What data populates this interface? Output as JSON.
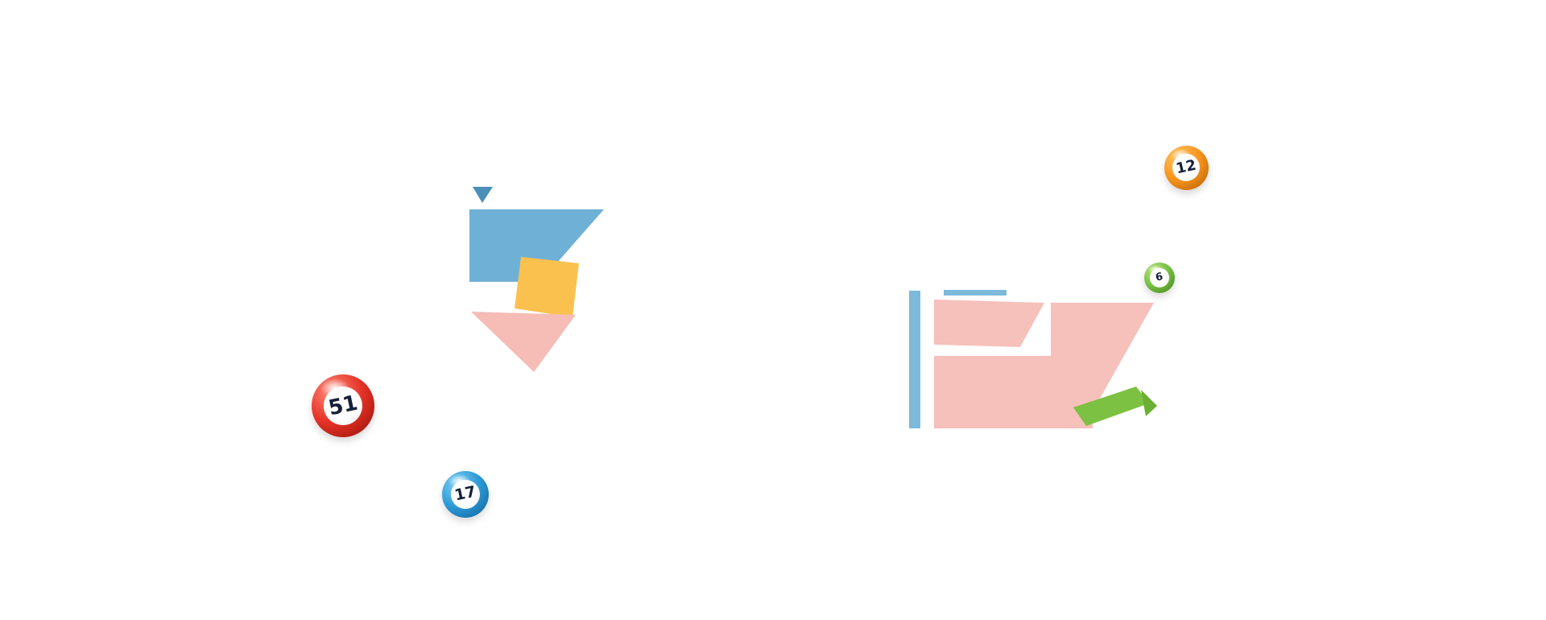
{
  "page": {
    "background_color": "#ffffff"
  },
  "balls": [
    {
      "number": "12",
      "color": "#f7941d",
      "color_light": "#ffc766",
      "color_dark": "#b35c00"
    },
    {
      "number": "6",
      "color": "#76c043",
      "color_light": "#b8e47f",
      "color_dark": "#3f7d14"
    },
    {
      "number": "51",
      "color": "#e63227",
      "color_light": "#ff8a7a",
      "color_dark": "#8f0f06"
    },
    {
      "number": "17",
      "color": "#2d9ad6",
      "color_light": "#7fd0f2",
      "color_dark": "#0b5e97"
    }
  ],
  "illustrations": {
    "left": {
      "colors": {
        "dark_blue": "#4a8fb8",
        "blue": "#6fb0d6",
        "yellow": "#fbc14e",
        "pink": "#f6bcb6"
      }
    },
    "right": {
      "colors": {
        "blue": "#7cb9da",
        "pink": "#f6c0bb",
        "green": "#7cc142",
        "green_dark": "#6ab032"
      }
    }
  }
}
